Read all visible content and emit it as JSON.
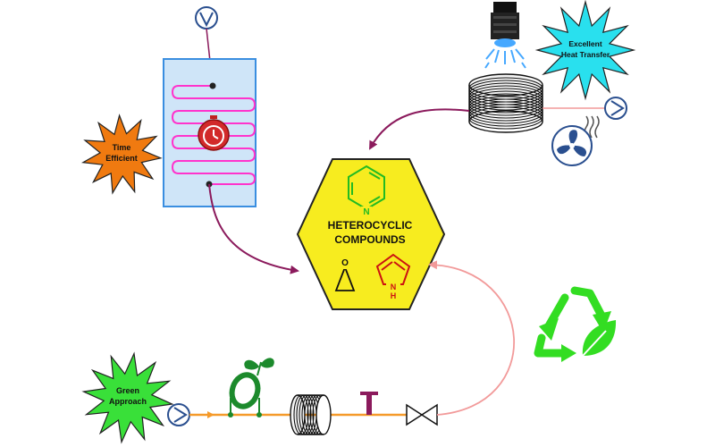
{
  "center": {
    "line1": "HETEROCYCLIC",
    "line2": "COMPOUNDS",
    "pyrrole_nh": "H",
    "pyrrole_n": "N",
    "pyridine_n": "N",
    "epoxide_o": "O"
  },
  "bursts": {
    "time": {
      "line1": "Time",
      "line2": "Efficient"
    },
    "heat": {
      "line1": "Excellent",
      "line2": "Heat Transfer"
    },
    "green": {
      "line1": "Green",
      "line2": "Approach"
    }
  },
  "colors": {
    "hexagon": "#f7ec1f",
    "reactor_fill": "#cfe5f8",
    "reactor_border": "#3a8ee0",
    "coil": "#ff33cc",
    "arrow_dark": "#8b1a5c",
    "arrow_light": "#f29a9a",
    "time_burst": "#f07a10",
    "heat_burst": "#29e0ee",
    "green_burst": "#39e039",
    "recycle": "#33dd22",
    "tubing": "#f59a2a",
    "pyridine": "#22bb22",
    "pyrrole": "#cc1111",
    "pump_blue": "#2a4f8f"
  }
}
